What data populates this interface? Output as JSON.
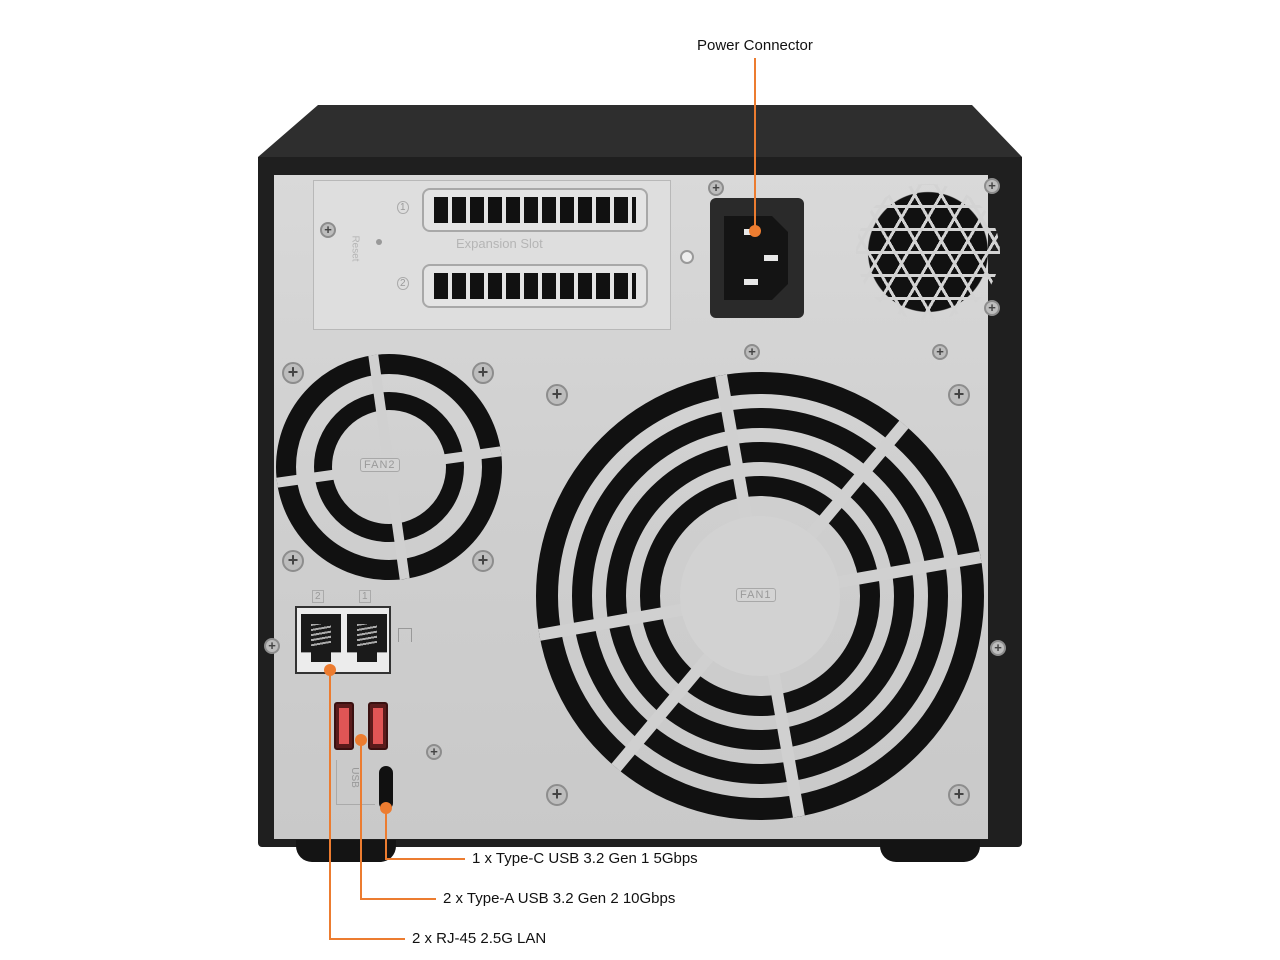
{
  "diagram": {
    "subject": "NAS rear panel",
    "colors": {
      "callout": "#ec7c30",
      "chassis": "#1f1f1f",
      "panel": "#d3d3d3",
      "usb_a_port": "#e05555"
    },
    "callouts": [
      {
        "id": "power",
        "label": "Power Connector"
      },
      {
        "id": "usb_c",
        "label": "1 x Type-C USB 3.2 Gen 1 5Gbps"
      },
      {
        "id": "usb_a",
        "label": "2 x Type-A USB 3.2 Gen 2 10Gbps"
      },
      {
        "id": "lan",
        "label": "2 x RJ-45 2.5G LAN"
      }
    ],
    "panel_markings": {
      "expansion_slot": "Expansion Slot",
      "slot_1": "1",
      "slot_2": "2",
      "reset": "Reset",
      "fan1": "FAN1",
      "fan2": "FAN2",
      "lan_port_1": "1",
      "lan_port_2": "2",
      "usb": "USB"
    },
    "icons": {
      "screw": "+",
      "network": "network-icon"
    }
  }
}
